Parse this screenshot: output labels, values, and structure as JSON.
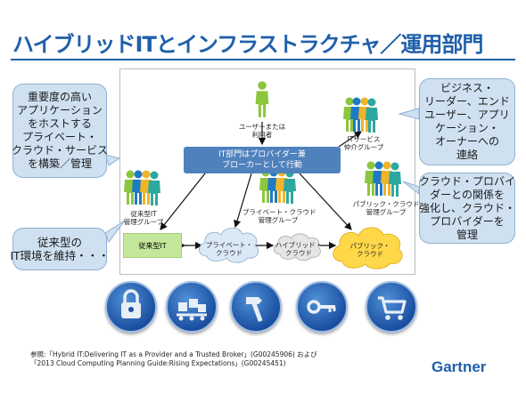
{
  "title": "ハイブリッドITとインフラストラクチャ／運用部門",
  "callouts": {
    "top_left": "重要度の高い\nアプリケーション\nをホストする\nプライベート・\nクラウド・サービス\nを構築／管理",
    "bottom_left": "従来型の\nIT環境を維持・・・",
    "top_right": "ビジネス・\nリーダー、エンド\nユーザー、アプリ\nケーション・\nオーナーへの\n連絡",
    "mid_right": "クラウド・プロバイ\nダーとの関係を\n強化し、クラウド・\nプロバイダーを\n管理"
  },
  "diagram": {
    "user_label": "ユーザーまたは\n利用者",
    "broker_label": "IT部門はプロバイダー兼\nブローカーとして行動",
    "it_service_group": "ITサービス\n仲介グループ",
    "legacy_group": "従来型IT\n管理グループ",
    "private_group": "プライベート・クラウド\n管理グループ",
    "public_group": "パブリック・クラウド\n管理グループ",
    "legacy_it": "従来型IT",
    "private_cloud": "プライベート・\nクラウド",
    "hybrid_cloud": "ハイブリッド・\nクラウド",
    "public_cloud": "パブリック・\nクラウド"
  },
  "colors": {
    "title": "#1f5faa",
    "broker": "#4f81bd",
    "callout_bg": "#cfe1f1",
    "legacy_bg": "#c5e79c",
    "public_cloud": "#ffd84a",
    "private_cloud": "#dbe9f7",
    "hybrid_cloud": "#e6e6e6"
  },
  "icons": [
    "lock-icon",
    "conveyor-boxes-icon",
    "hammer-icon",
    "key-icon",
    "shopping-cart-icon"
  ],
  "footnote": "参照:「Hybrid IT:Delivering IT as a Provider and a Trusted Broker」(G00245906) および\n「2013 Cloud Computing Planning Guide:Rising Expectations」(G00245451)",
  "logo": "Gartner"
}
